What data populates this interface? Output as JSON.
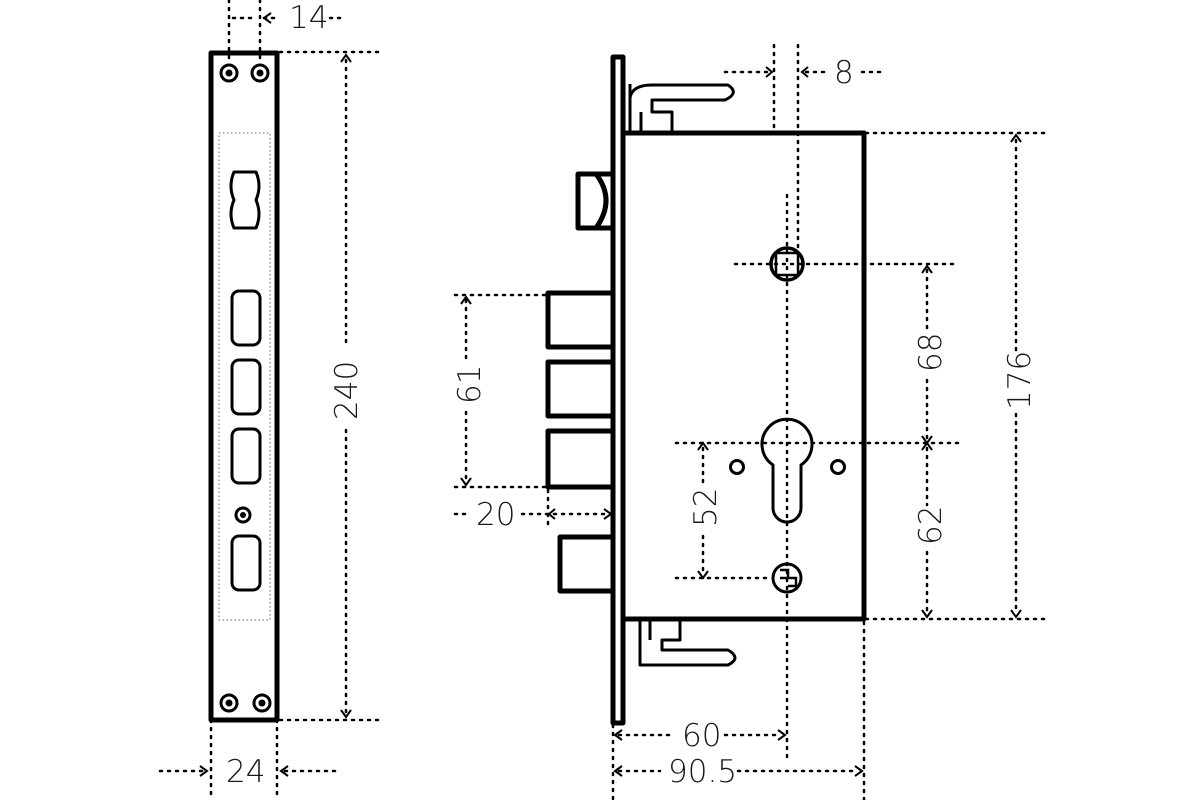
{
  "dimensions": {
    "faceplate_screw_spacing": "14",
    "faceplate_length": "240",
    "faceplate_width": "24",
    "handle_offset": "8",
    "bolt_spacing": "61",
    "bolt_throw": "20",
    "spindle_to_cylinder": "68",
    "body_height": "176",
    "cylinder_to_screw": "52",
    "cylinder_to_bottom": "62",
    "backset": "60",
    "body_depth": "90.5"
  }
}
